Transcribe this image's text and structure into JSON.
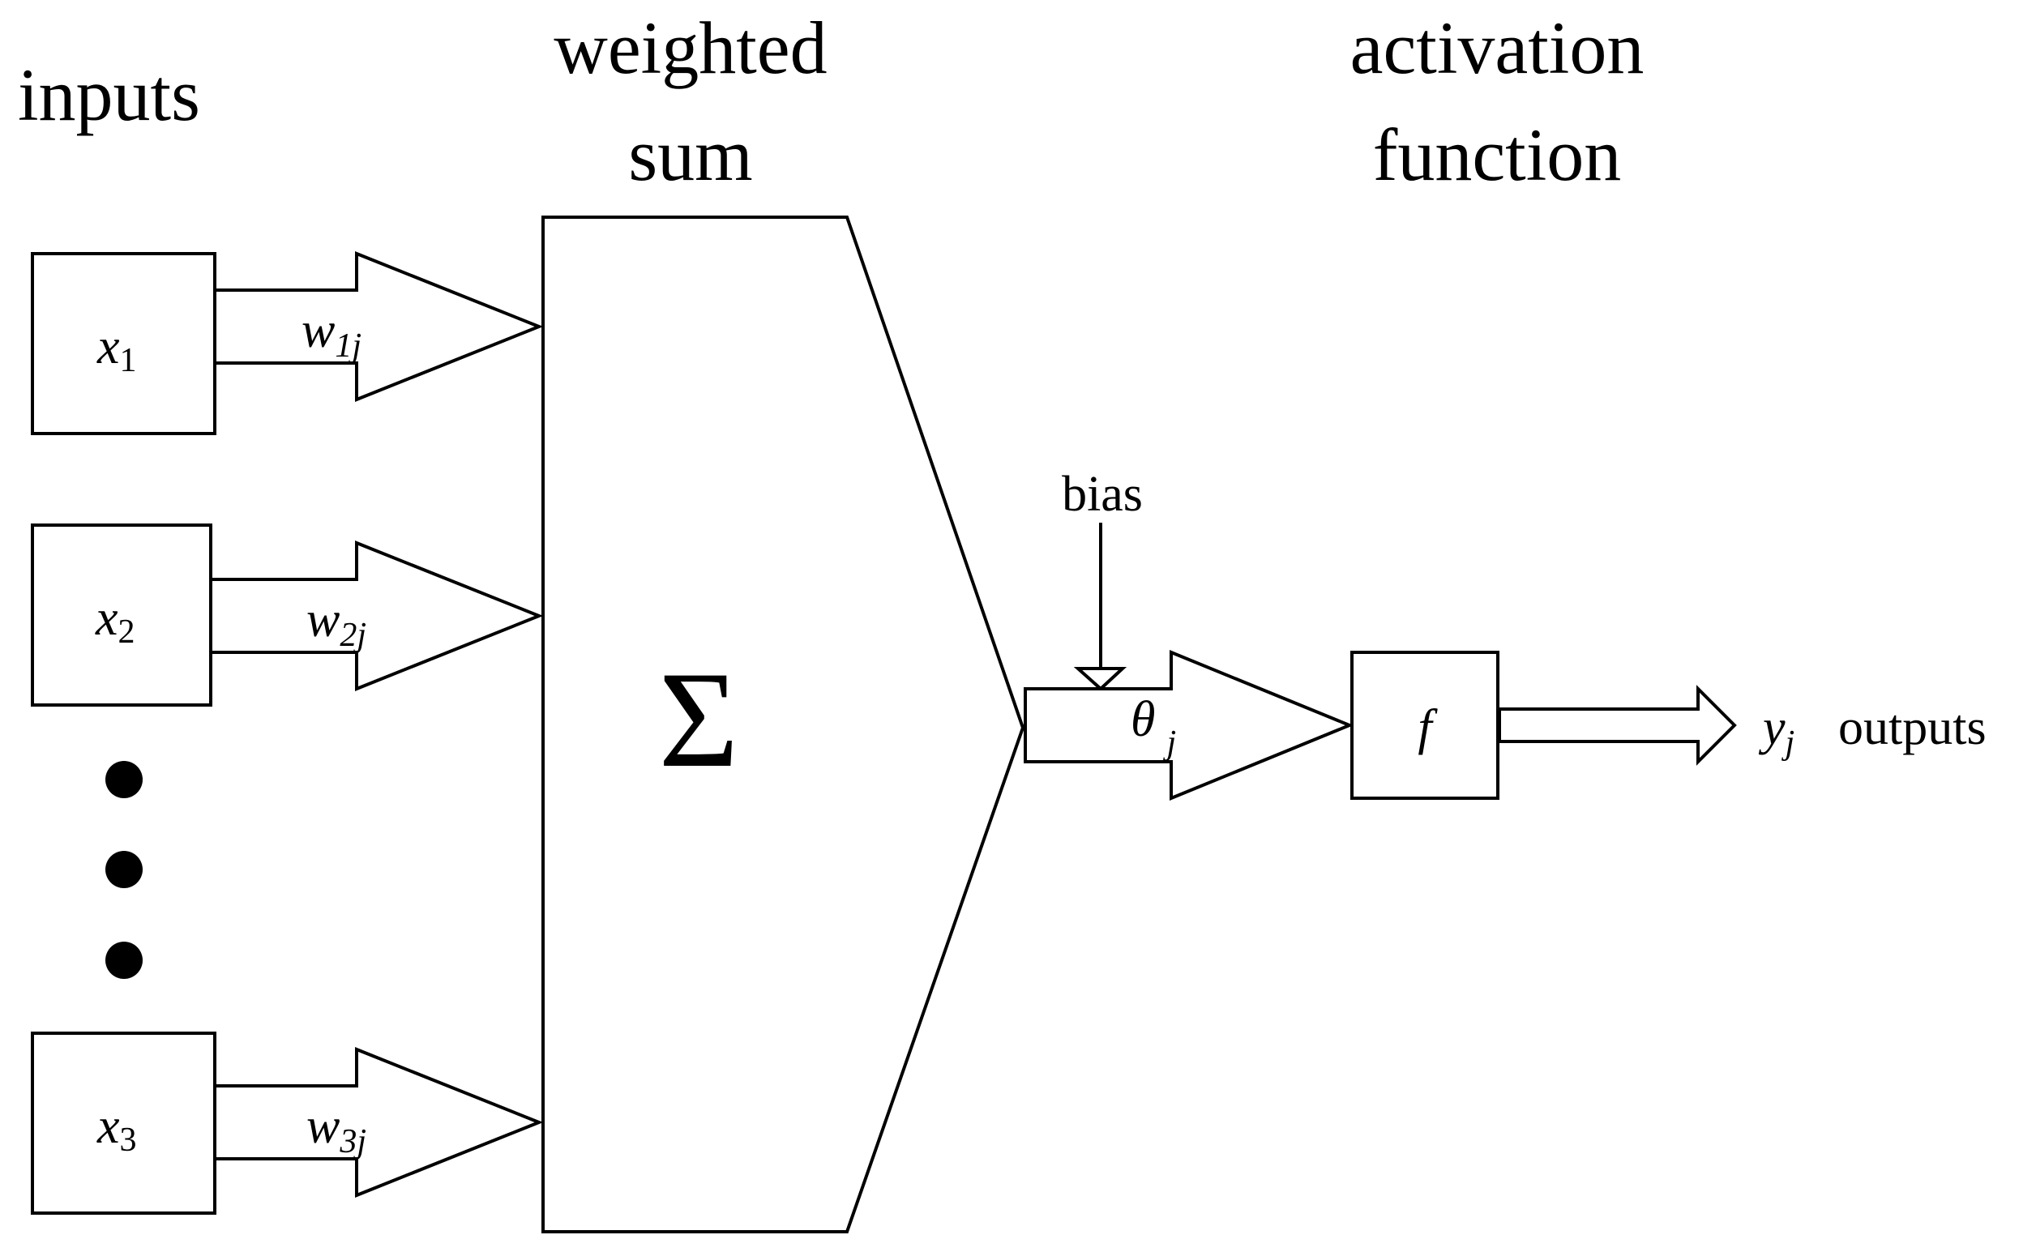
{
  "headers": {
    "inputs": "inputs",
    "weighted_sum_line1": "weighted",
    "weighted_sum_line2": "sum",
    "activation_line1": "activation",
    "activation_line2": "function"
  },
  "inputs": [
    {
      "symbol": "x",
      "index": "1",
      "weight_symbol": "w",
      "weight_index": "1j"
    },
    {
      "symbol": "x",
      "index": "2",
      "weight_symbol": "w",
      "weight_index": "2j"
    },
    {
      "symbol": "x",
      "index": "3",
      "weight_symbol": "w",
      "weight_index": "3j"
    }
  ],
  "sum_symbol": "Σ",
  "bias_label": "bias",
  "theta": {
    "symbol": "θ",
    "index": "j"
  },
  "activation_symbol": "f",
  "output": {
    "symbol": "y",
    "index": "j",
    "label": "outputs"
  }
}
